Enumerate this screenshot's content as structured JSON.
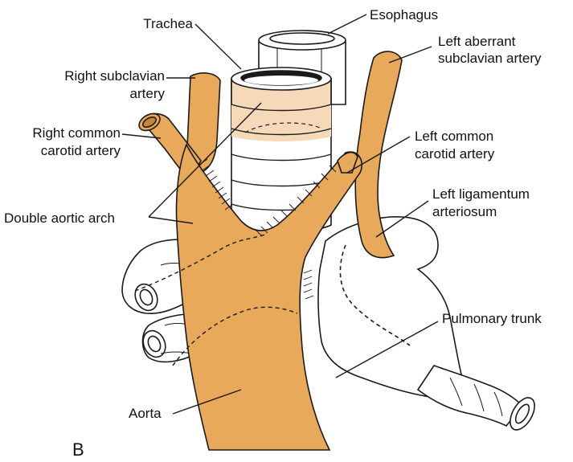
{
  "labels": {
    "trachea": "Trachea",
    "esophagus": "Esophagus",
    "left_aberrant_1": "Left aberrant",
    "left_aberrant_2": "subclavian artery",
    "right_subclavian_1": "Right subclavian",
    "right_subclavian_2": "artery",
    "right_common_carotid_1": "Right common",
    "right_common_carotid_2": "carotid artery",
    "left_common_carotid_1": "Left common",
    "left_common_carotid_2": "carotid artery",
    "left_ligamentum_1": "Left ligamentum",
    "left_ligamentum_2": "arteriosum",
    "double_aortic_arch": "Double aortic arch",
    "pulmonary_trunk": "Pulmonary trunk",
    "aorta": "Aorta",
    "panel": "B"
  },
  "colors": {
    "artery_fill": "#E9A95B",
    "trachea_tint": "#F6D9B8",
    "outline": "#1a1a1a",
    "background": "#ffffff"
  }
}
